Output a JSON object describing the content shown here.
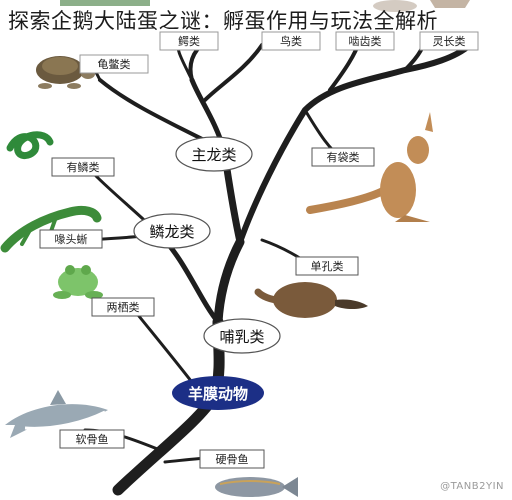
{
  "title": "探索企鹅大陆蛋之谜：孵蛋作用与玩法全解析",
  "top_labels": [
    "鳄类",
    "鸟类",
    "啮齿类",
    "灵长类"
  ],
  "labels": {
    "turtle": "龟鳖类",
    "squamate_small": "有鳞类",
    "lizard": "喙头蜥",
    "amphibian": "两栖类",
    "shark": "软骨鱼",
    "bony_fish": "硬骨鱼",
    "marsupial": "有袋类",
    "monotreme": "单孔类"
  },
  "nodes": {
    "archosaur": "主龙类",
    "squamate": "鳞龙类",
    "mammal": "哺乳类",
    "amniote": "羊膜动物"
  },
  "watermark": "@TANB2YIN",
  "colors": {
    "branch": "#1e1e1e",
    "amniote_fill": "#1c2f86",
    "amniote_text": "#ffffff"
  }
}
